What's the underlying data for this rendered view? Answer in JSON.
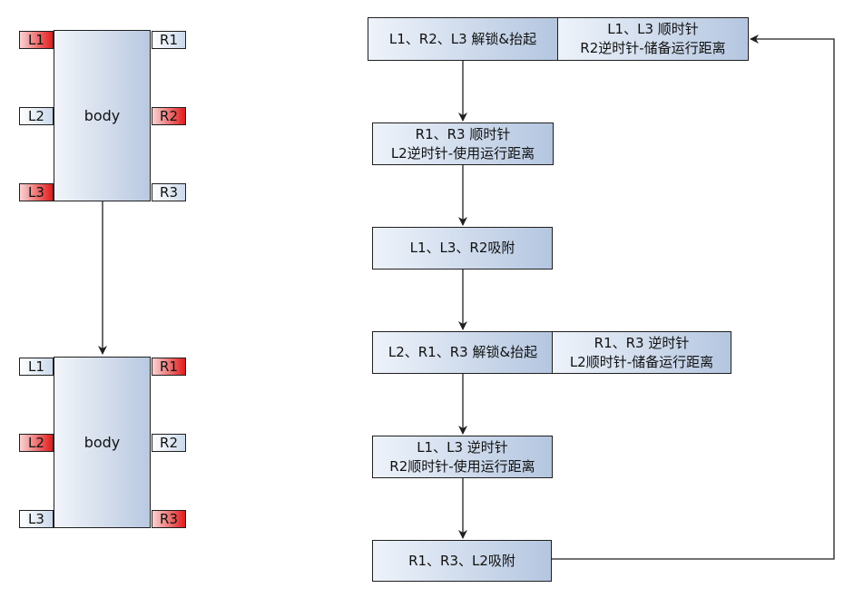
{
  "robot_top": {
    "body_label": "body",
    "legs": {
      "L1": {
        "label": "L1",
        "active": true
      },
      "L2": {
        "label": "L2",
        "active": false
      },
      "L3": {
        "label": "L3",
        "active": true
      },
      "R1": {
        "label": "R1",
        "active": false
      },
      "R2": {
        "label": "R2",
        "active": true
      },
      "R3": {
        "label": "R3",
        "active": false
      }
    }
  },
  "robot_bottom": {
    "body_label": "body",
    "legs": {
      "L1": {
        "label": "L1",
        "active": false
      },
      "L2": {
        "label": "L2",
        "active": true
      },
      "L3": {
        "label": "L3",
        "active": false
      },
      "R1": {
        "label": "R1",
        "active": true
      },
      "R2": {
        "label": "R2",
        "active": false
      },
      "R3": {
        "label": "R3",
        "active": true
      }
    }
  },
  "flow": {
    "step1": "L1、R2、L3 解锁&抬起",
    "step1_side": [
      "L1、L3 顺时针",
      "R2逆时针-储备运行距离"
    ],
    "step2": [
      "R1、R3 顺时针",
      "L2逆时针-使用运行距离"
    ],
    "step3": "L1、L3、R2吸附",
    "step4": "L2、R1、R3 解锁&抬起",
    "step4_side": [
      "R1、R3 逆时针",
      "L2顺时针-储备运行距离"
    ],
    "step5": [
      "L1、L3 逆时针",
      "R2顺时针-使用运行距离"
    ],
    "step6": "R1、R3、L2吸附"
  },
  "colors": {
    "active_leg": "#e11b1b",
    "box_gradient_start": "#eef3fa",
    "box_gradient_end": "#b4c6e0",
    "line": "#1f1f1f"
  }
}
